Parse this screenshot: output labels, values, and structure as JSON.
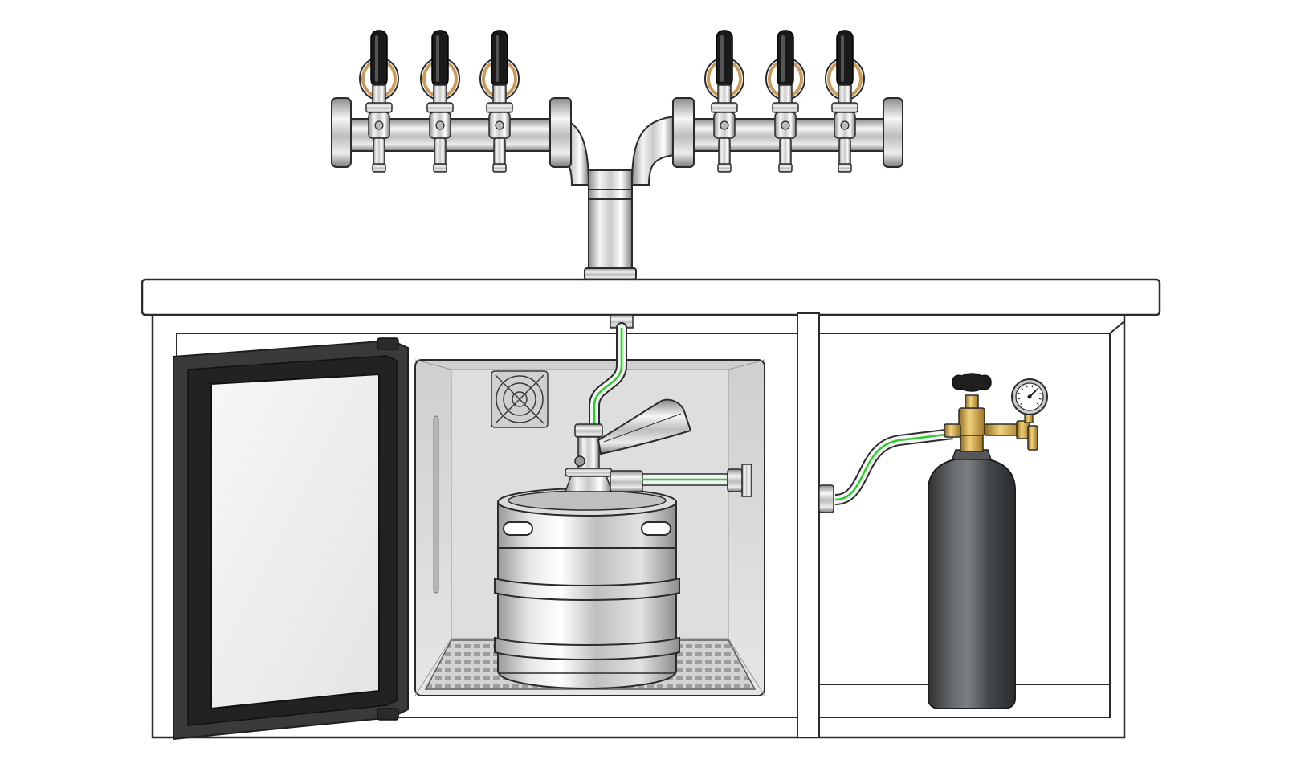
{
  "title": "",
  "colors": {
    "background": "#ffffff",
    "outline": "#2b2b2b",
    "cabinet_fill": "#ffffff",
    "steel_light": "#f2f2f2",
    "steel_mid": "#c9c9c9",
    "steel_dark": "#8c8c8c",
    "interior": "#d6d6d6",
    "door_frame": "#3a3a3a",
    "door_glass": "#eeeeee",
    "hose_line": "#2ecc2e",
    "hose_tube": "#f4f4f4",
    "tap_handle": "#1a1a1a",
    "tap_collar": "#c99a5a",
    "brass": "#c9a24a",
    "co2_tank": "#4a4d50",
    "gauge_face": "#ffffff"
  },
  "components": [
    {
      "id": "tap-tower",
      "icon": "beer-tower-icon",
      "tap_count": 6
    },
    {
      "id": "bar-counter",
      "icon": "countertop-icon"
    },
    {
      "id": "kegerator-door",
      "icon": "glass-door-icon",
      "state": "open"
    },
    {
      "id": "keg",
      "icon": "keg-icon"
    },
    {
      "id": "keg-coupler",
      "icon": "coupler-icon"
    },
    {
      "id": "beer-line",
      "icon": "hose-icon"
    },
    {
      "id": "gas-line",
      "icon": "hose-icon"
    },
    {
      "id": "co2-tank",
      "icon": "gas-cylinder-icon"
    },
    {
      "id": "regulator",
      "icon": "pressure-gauge-icon"
    },
    {
      "id": "cooling-fan",
      "icon": "fan-icon"
    },
    {
      "id": "drip-grate",
      "icon": "grate-icon"
    }
  ]
}
